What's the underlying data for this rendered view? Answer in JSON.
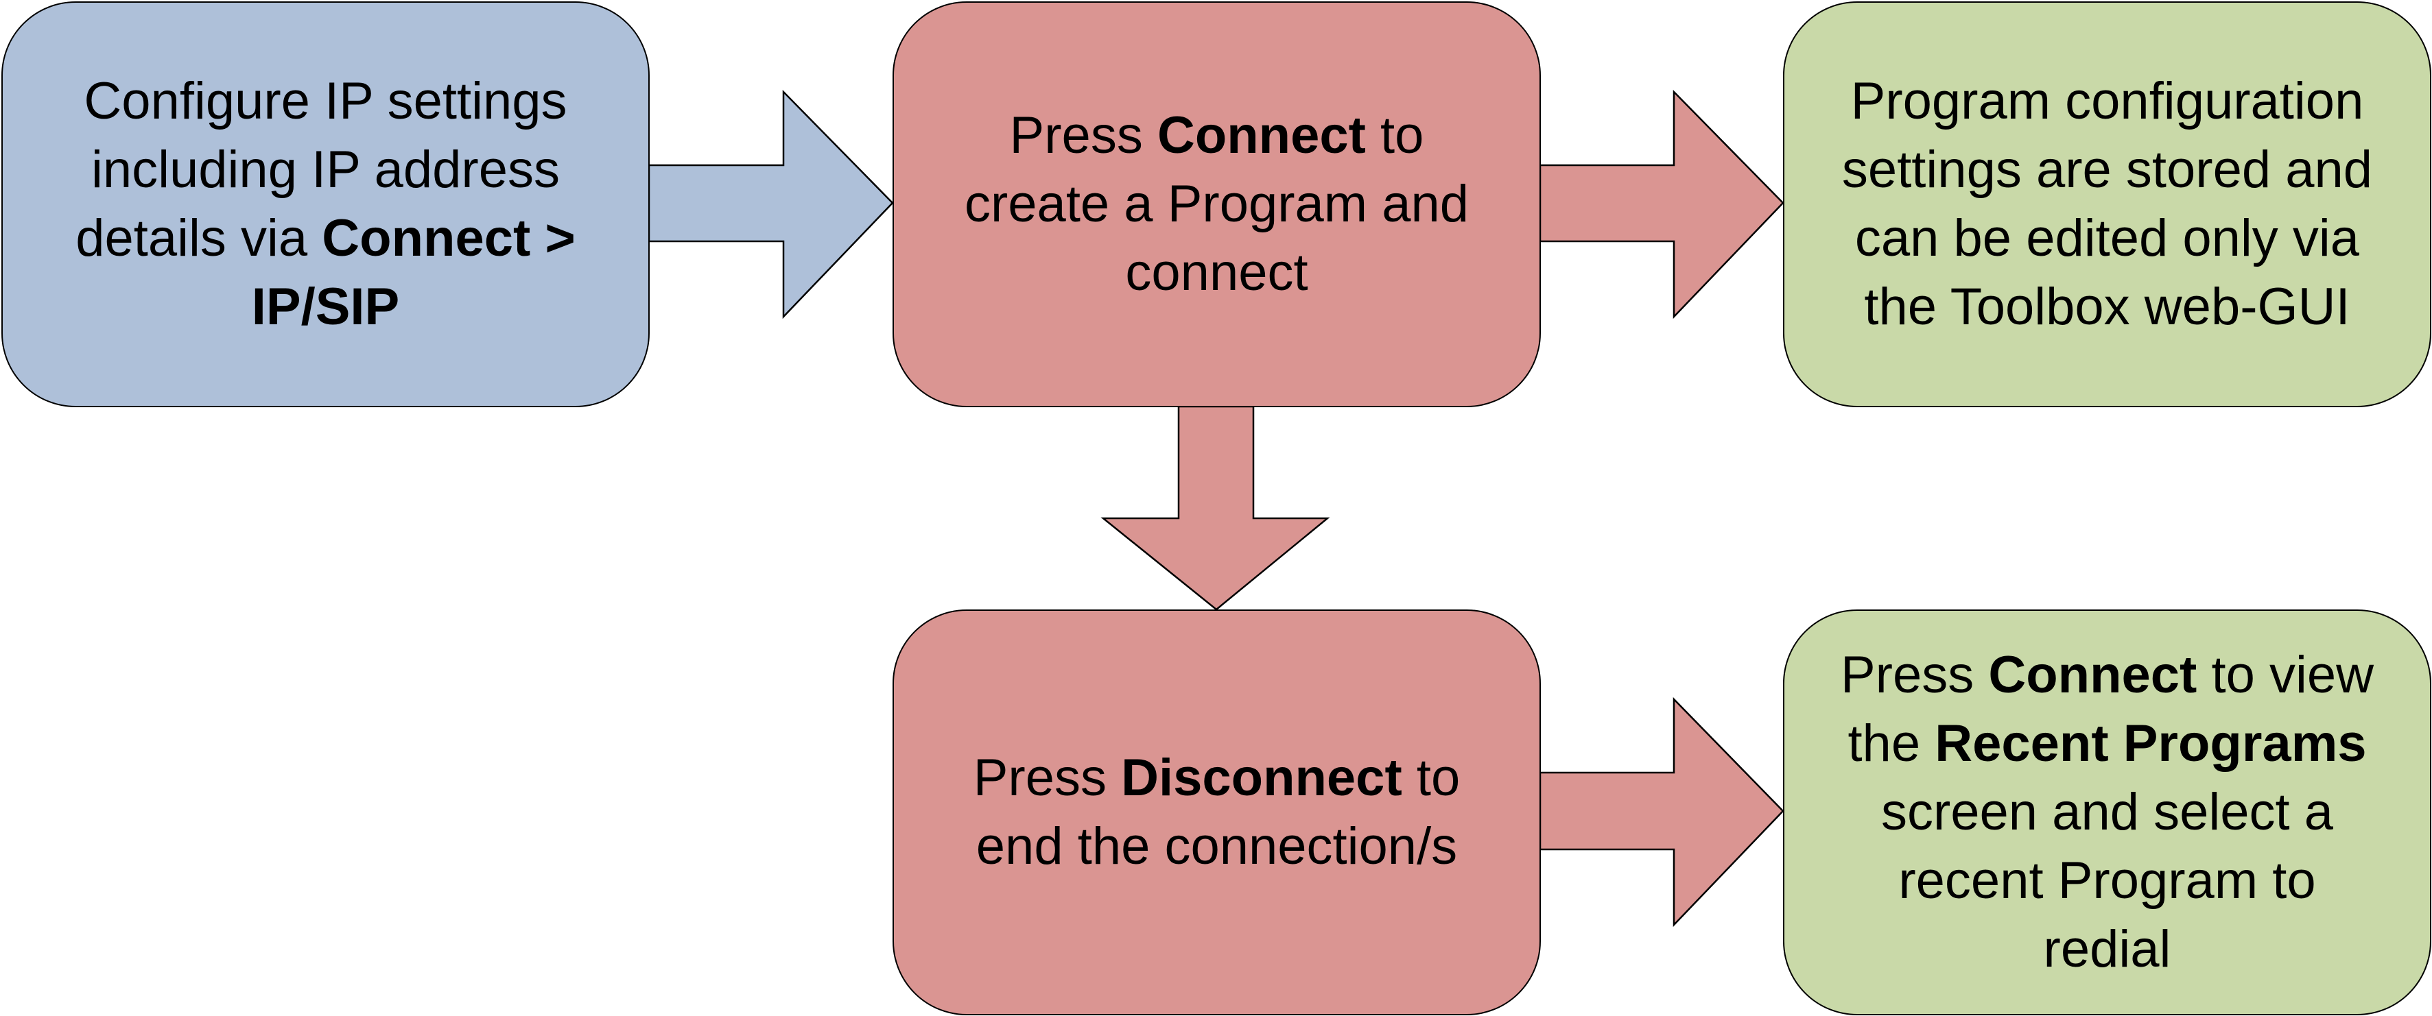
{
  "colors": {
    "blue_fill": "#aec0d9",
    "red_fill": "#da9592",
    "green_fill": "#c9d9a8",
    "outline": "#000000"
  },
  "boxes": {
    "configure_ip": {
      "line1": "Configure IP settings",
      "line2": "including IP address",
      "line3_prefix": "details via ",
      "line3_bold": "Connect >",
      "line4_bold": "IP/SIP"
    },
    "press_connect": {
      "line1_prefix": "Press ",
      "line1_bold": "Connect",
      "line1_suffix": " to",
      "line2": "create a Program and",
      "line3": "connect"
    },
    "config_stored": {
      "line1": "Program configuration",
      "line2": "settings are stored and",
      "line3": "can be edited only via",
      "line4": "the Toolbox web-GUI"
    },
    "press_disconnect": {
      "line1_prefix": "Press ",
      "line1_bold": "Disconnect",
      "line1_suffix": " to",
      "line2": "end the connection/s"
    },
    "recent_programs": {
      "line1_prefix": "Press ",
      "line1_bold": "Connect",
      "line1_suffix": " to view",
      "line2_prefix": "the ",
      "line2_bold": "Recent Programs",
      "line3": "screen and select a",
      "line4": "recent Program to",
      "line5": "redial"
    }
  }
}
